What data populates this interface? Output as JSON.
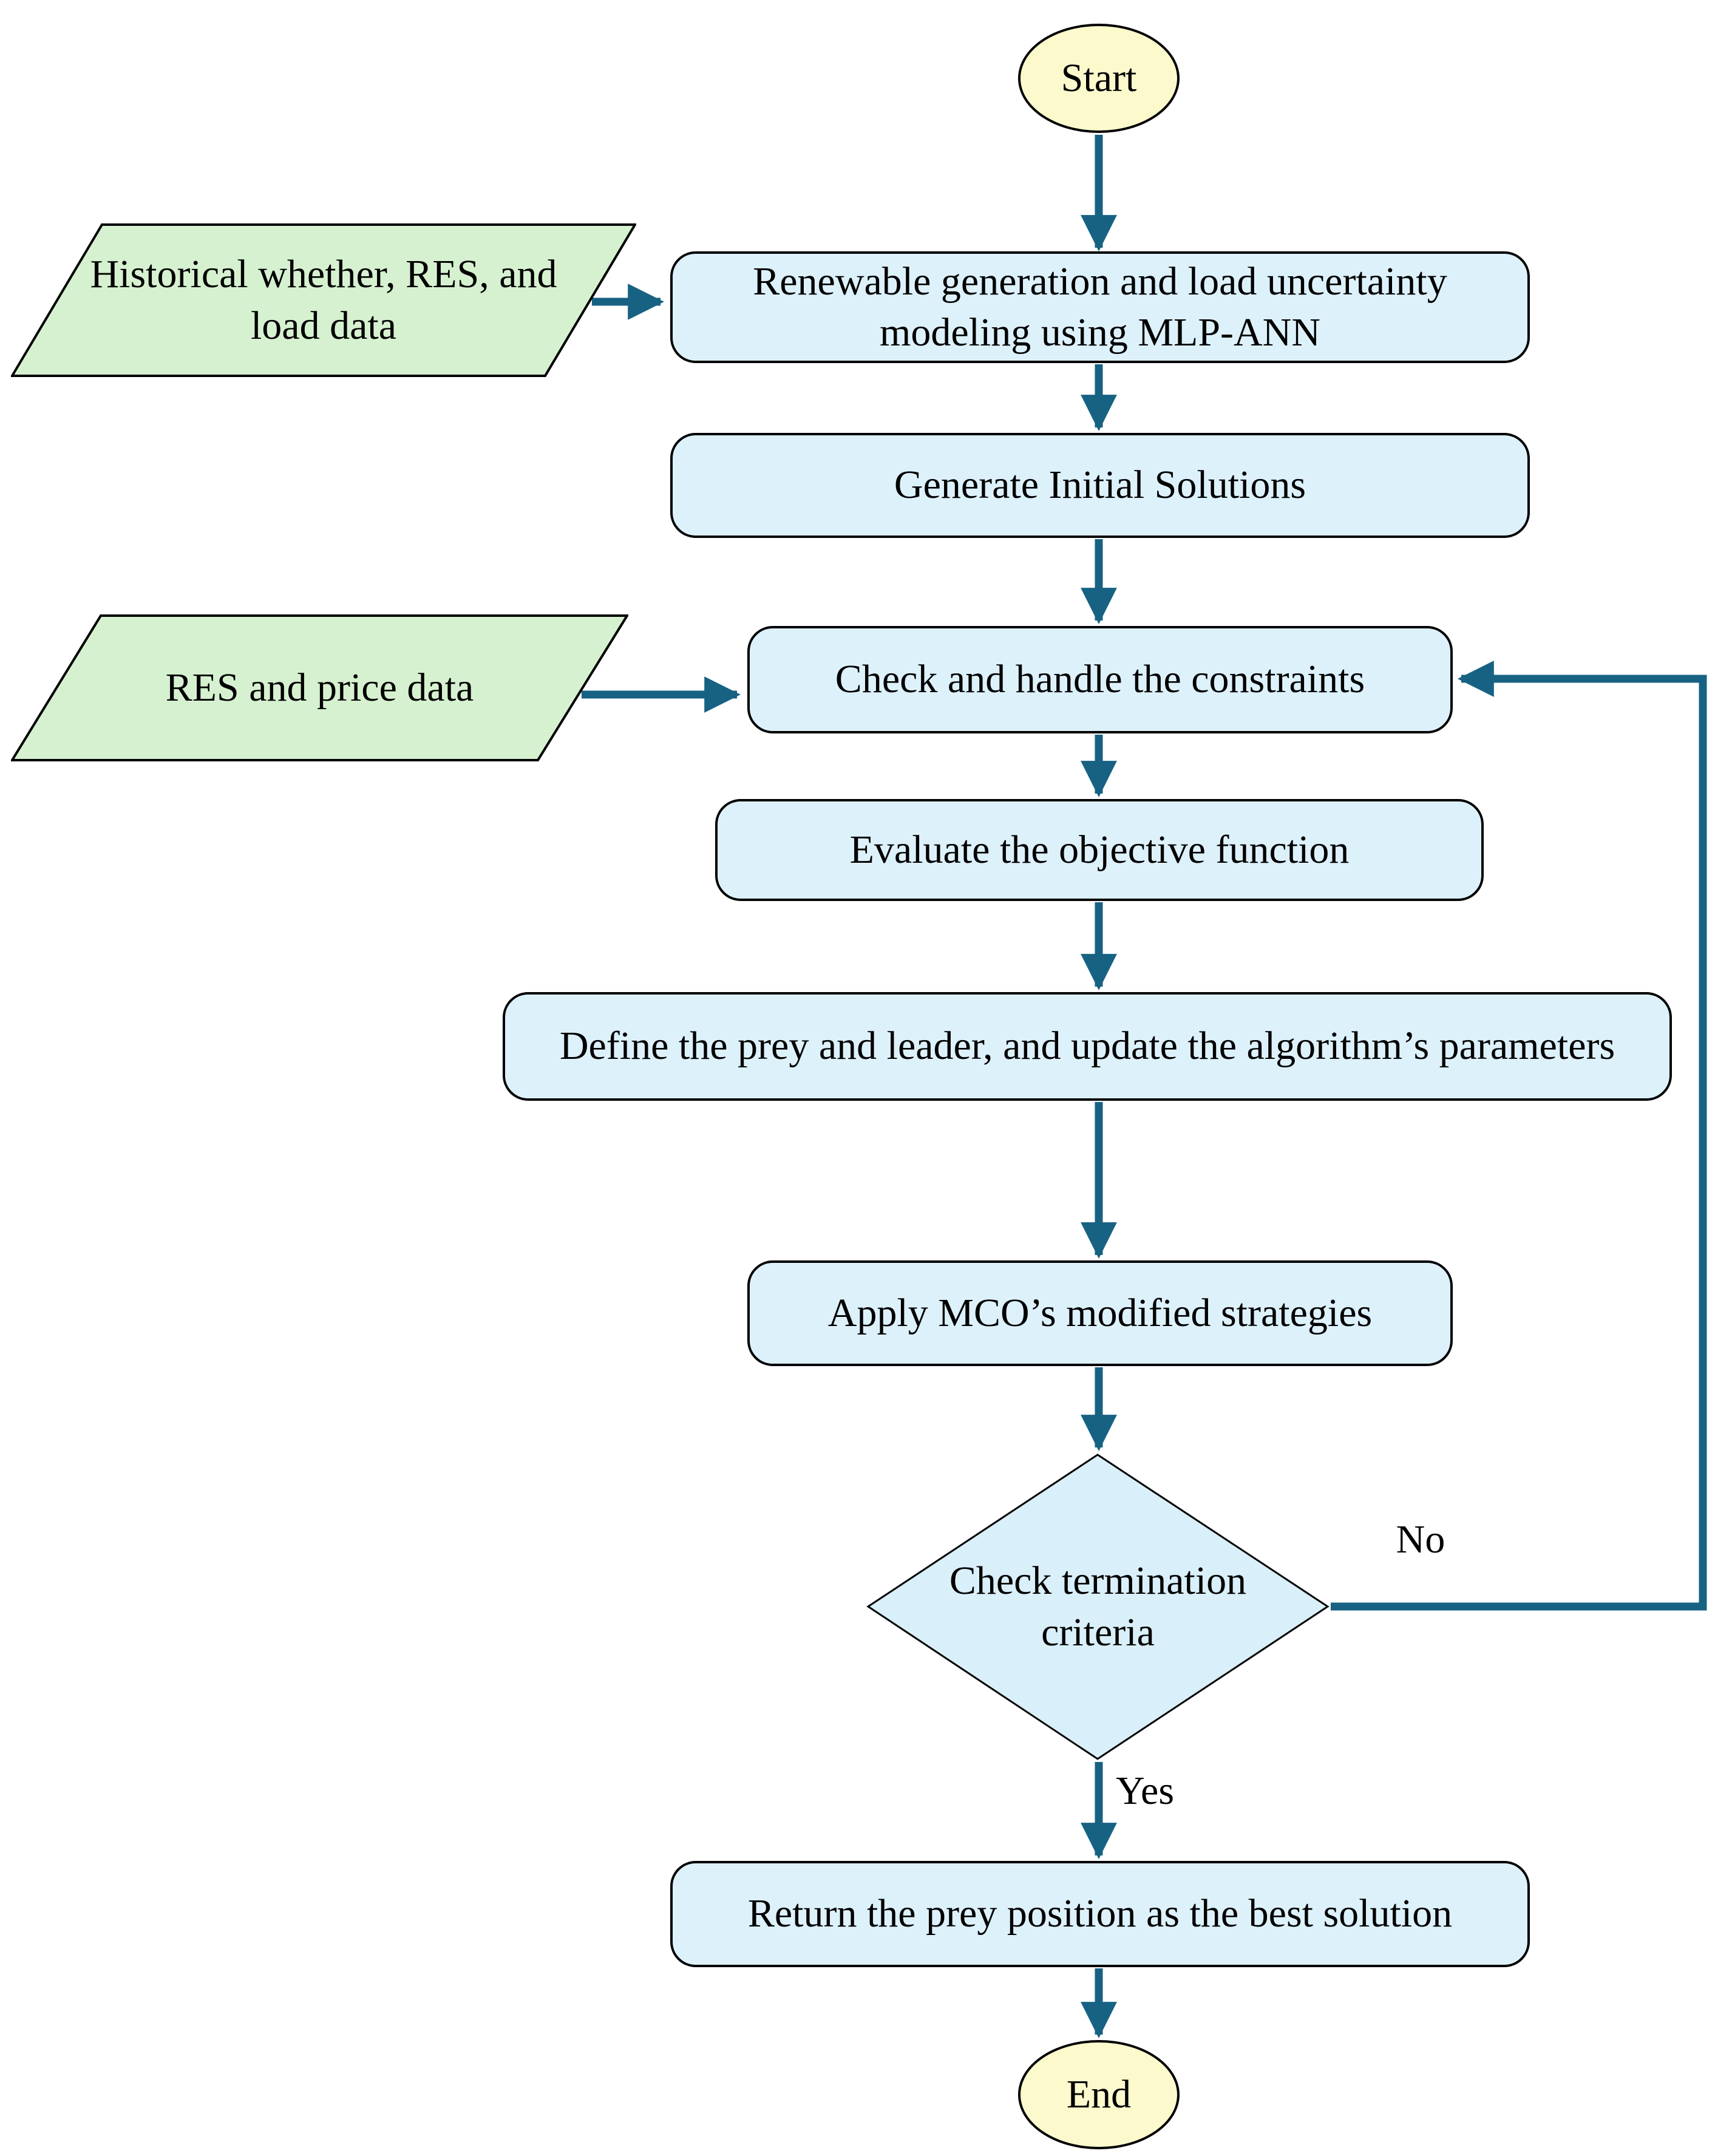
{
  "colors": {
    "arrow": "#176283",
    "process_fill": "#ddf1fb",
    "decision_fill": "#d9eff9",
    "data_fill": "#d6f1d0",
    "terminator_fill": "#fcfacd",
    "shape_border": "#000000",
    "text": "#000000",
    "background": "#ffffff"
  },
  "flowchart": {
    "nodes": {
      "start": {
        "label": "Start",
        "type": "terminator"
      },
      "historical_data": {
        "label": "Historical whether, RES, and load data",
        "type": "data"
      },
      "uncertainty_modeling": {
        "label": "Renewable generation and load uncertainty modeling using MLP-ANN",
        "type": "process"
      },
      "generate_initial_solutions": {
        "label": "Generate Initial Solutions",
        "type": "process"
      },
      "res_price_data": {
        "label": "RES and price data",
        "type": "data"
      },
      "check_constraints": {
        "label": "Check and handle the constraints",
        "type": "process"
      },
      "evaluate_objective": {
        "label": "Evaluate the objective function",
        "type": "process"
      },
      "define_prey_leader": {
        "label": "Define the prey and leader, and update the algorithm’s parameters",
        "type": "process"
      },
      "apply_mco_strategies": {
        "label": "Apply MCO’s modified strategies",
        "type": "process"
      },
      "check_termination": {
        "label": "Check termination criteria",
        "type": "decision"
      },
      "return_best_solution": {
        "label": "Return the prey position as the best solution",
        "type": "process"
      },
      "end": {
        "label": "End",
        "type": "terminator"
      }
    },
    "edge_labels": {
      "no": "No",
      "yes": "Yes"
    }
  }
}
